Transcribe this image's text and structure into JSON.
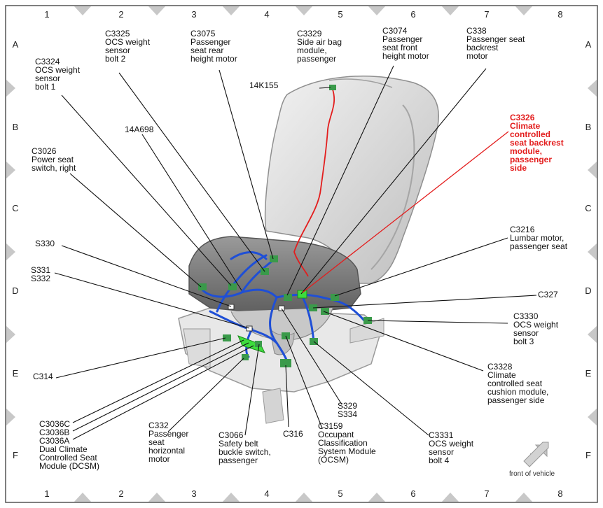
{
  "grid": {
    "columns": [
      "1",
      "2",
      "3",
      "4",
      "5",
      "6",
      "7",
      "8"
    ],
    "rows": [
      "A",
      "B",
      "C",
      "D",
      "E",
      "F"
    ]
  },
  "labels": {
    "c3324": [
      "C3324",
      "OCS weight",
      "sensor",
      "bolt 1"
    ],
    "c3325": [
      "C3325",
      "OCS weight",
      "sensor",
      "bolt 2"
    ],
    "c3075": [
      "C3075",
      "Passenger",
      "seat rear",
      "height motor"
    ],
    "c3329": [
      "C3329",
      "Side air bag",
      "module,",
      "passenger"
    ],
    "c3074": [
      "C3074",
      "Passenger",
      "seat front",
      "height motor"
    ],
    "c338": [
      "C338",
      "Passenger seat",
      "backrest",
      "motor"
    ],
    "k14k155": [
      "14K155"
    ],
    "c3326": [
      "C3326",
      "Climate",
      "controlled",
      "seat backrest",
      "module,",
      "passenger",
      "side"
    ],
    "a14a698": [
      "14A698"
    ],
    "c3026": [
      "C3026",
      "Power seat",
      "switch, right"
    ],
    "c3216": [
      "C3216",
      "Lumbar motor,",
      "passenger seat"
    ],
    "s330": [
      "S330"
    ],
    "s331": [
      "S331",
      "S332"
    ],
    "c327": [
      "C327"
    ],
    "c3330": [
      "C3330",
      "OCS weight",
      "sensor",
      "bolt 3"
    ],
    "c314": [
      "C314"
    ],
    "c3328": [
      "C3328",
      "Climate",
      "controlled seat",
      "cushion module,",
      "passenger side"
    ],
    "s329": [
      "S329",
      "S334"
    ],
    "c3036": [
      "C3036C",
      "C3036B",
      "C3036A",
      "Dual Climate",
      "Controlled Seat",
      "Module (DCSM)"
    ],
    "c332": [
      "C332",
      "Passenger",
      "seat",
      "horizontal",
      "motor"
    ],
    "c3066": [
      "C3066",
      "Safety belt",
      "buckle switch,",
      "passenger"
    ],
    "c316": [
      "C316"
    ],
    "c3159": [
      "C3159",
      "Occupant",
      "Classification",
      "System Module",
      "(OCSM)"
    ],
    "c3331": [
      "C3331",
      "OCS weight",
      "sensor",
      "bolt 4"
    ],
    "front": [
      "front of vehicle"
    ]
  },
  "colors": {
    "highlight": "#e31d1d",
    "harness": "#1f4fd6",
    "connector": "#3a9a4a",
    "highlight_connector": "#3ddc3d",
    "frame_marker": "#c8c8c8"
  }
}
